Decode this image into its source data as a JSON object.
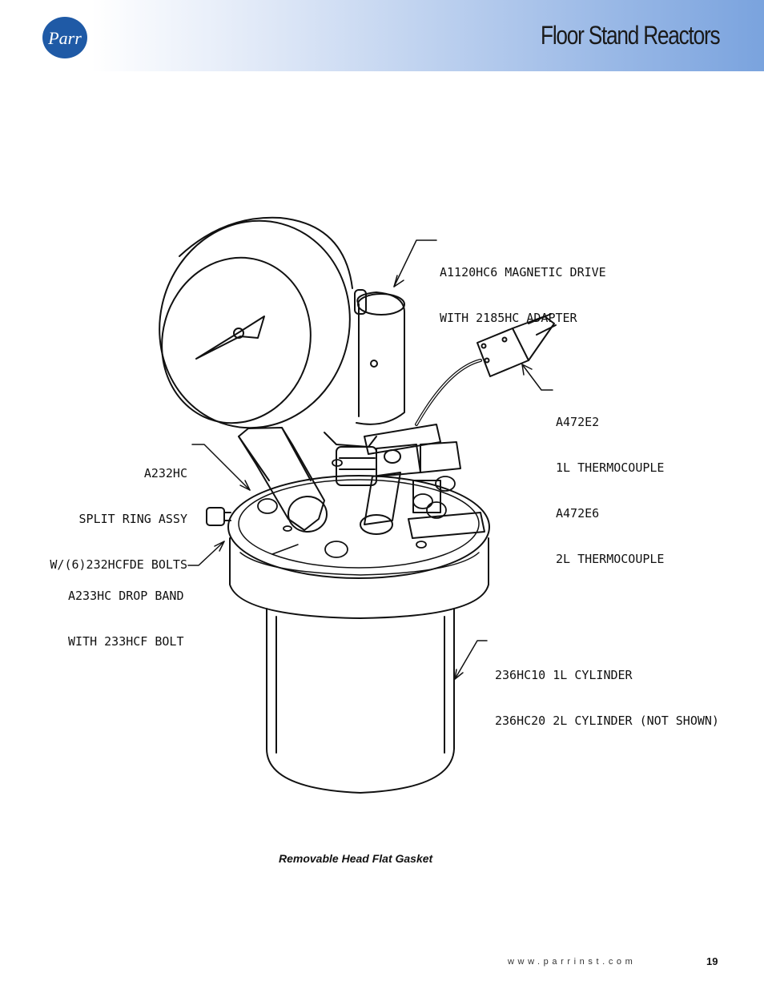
{
  "header": {
    "title": "Floor Stand Reactors",
    "logo_text": "Parr",
    "logo_color": "#1f5aa6"
  },
  "callouts": {
    "magnetic_drive": [
      "A1120HC6 MAGNETIC DRIVE",
      "WITH 2185HC ADAPTER"
    ],
    "thermocouple": [
      "A472E2",
      "1L THERMOCOUPLE",
      "A472E6",
      "2L THERMOCOUPLE"
    ],
    "split_ring": [
      "A232HC",
      "SPLIT RING ASSY",
      "W/(6)232HCFDE BOLTS"
    ],
    "drop_band": [
      "A233HC DROP BAND",
      "WITH 233HCF BOLT"
    ],
    "cylinder": [
      "236HC10 1L CYLINDER",
      "236HC20 2L CYLINDER (NOT SHOWN)"
    ]
  },
  "caption": "Removable Head Flat Gasket",
  "footer": {
    "website": "www.parrinst.com",
    "page_number": "19"
  }
}
